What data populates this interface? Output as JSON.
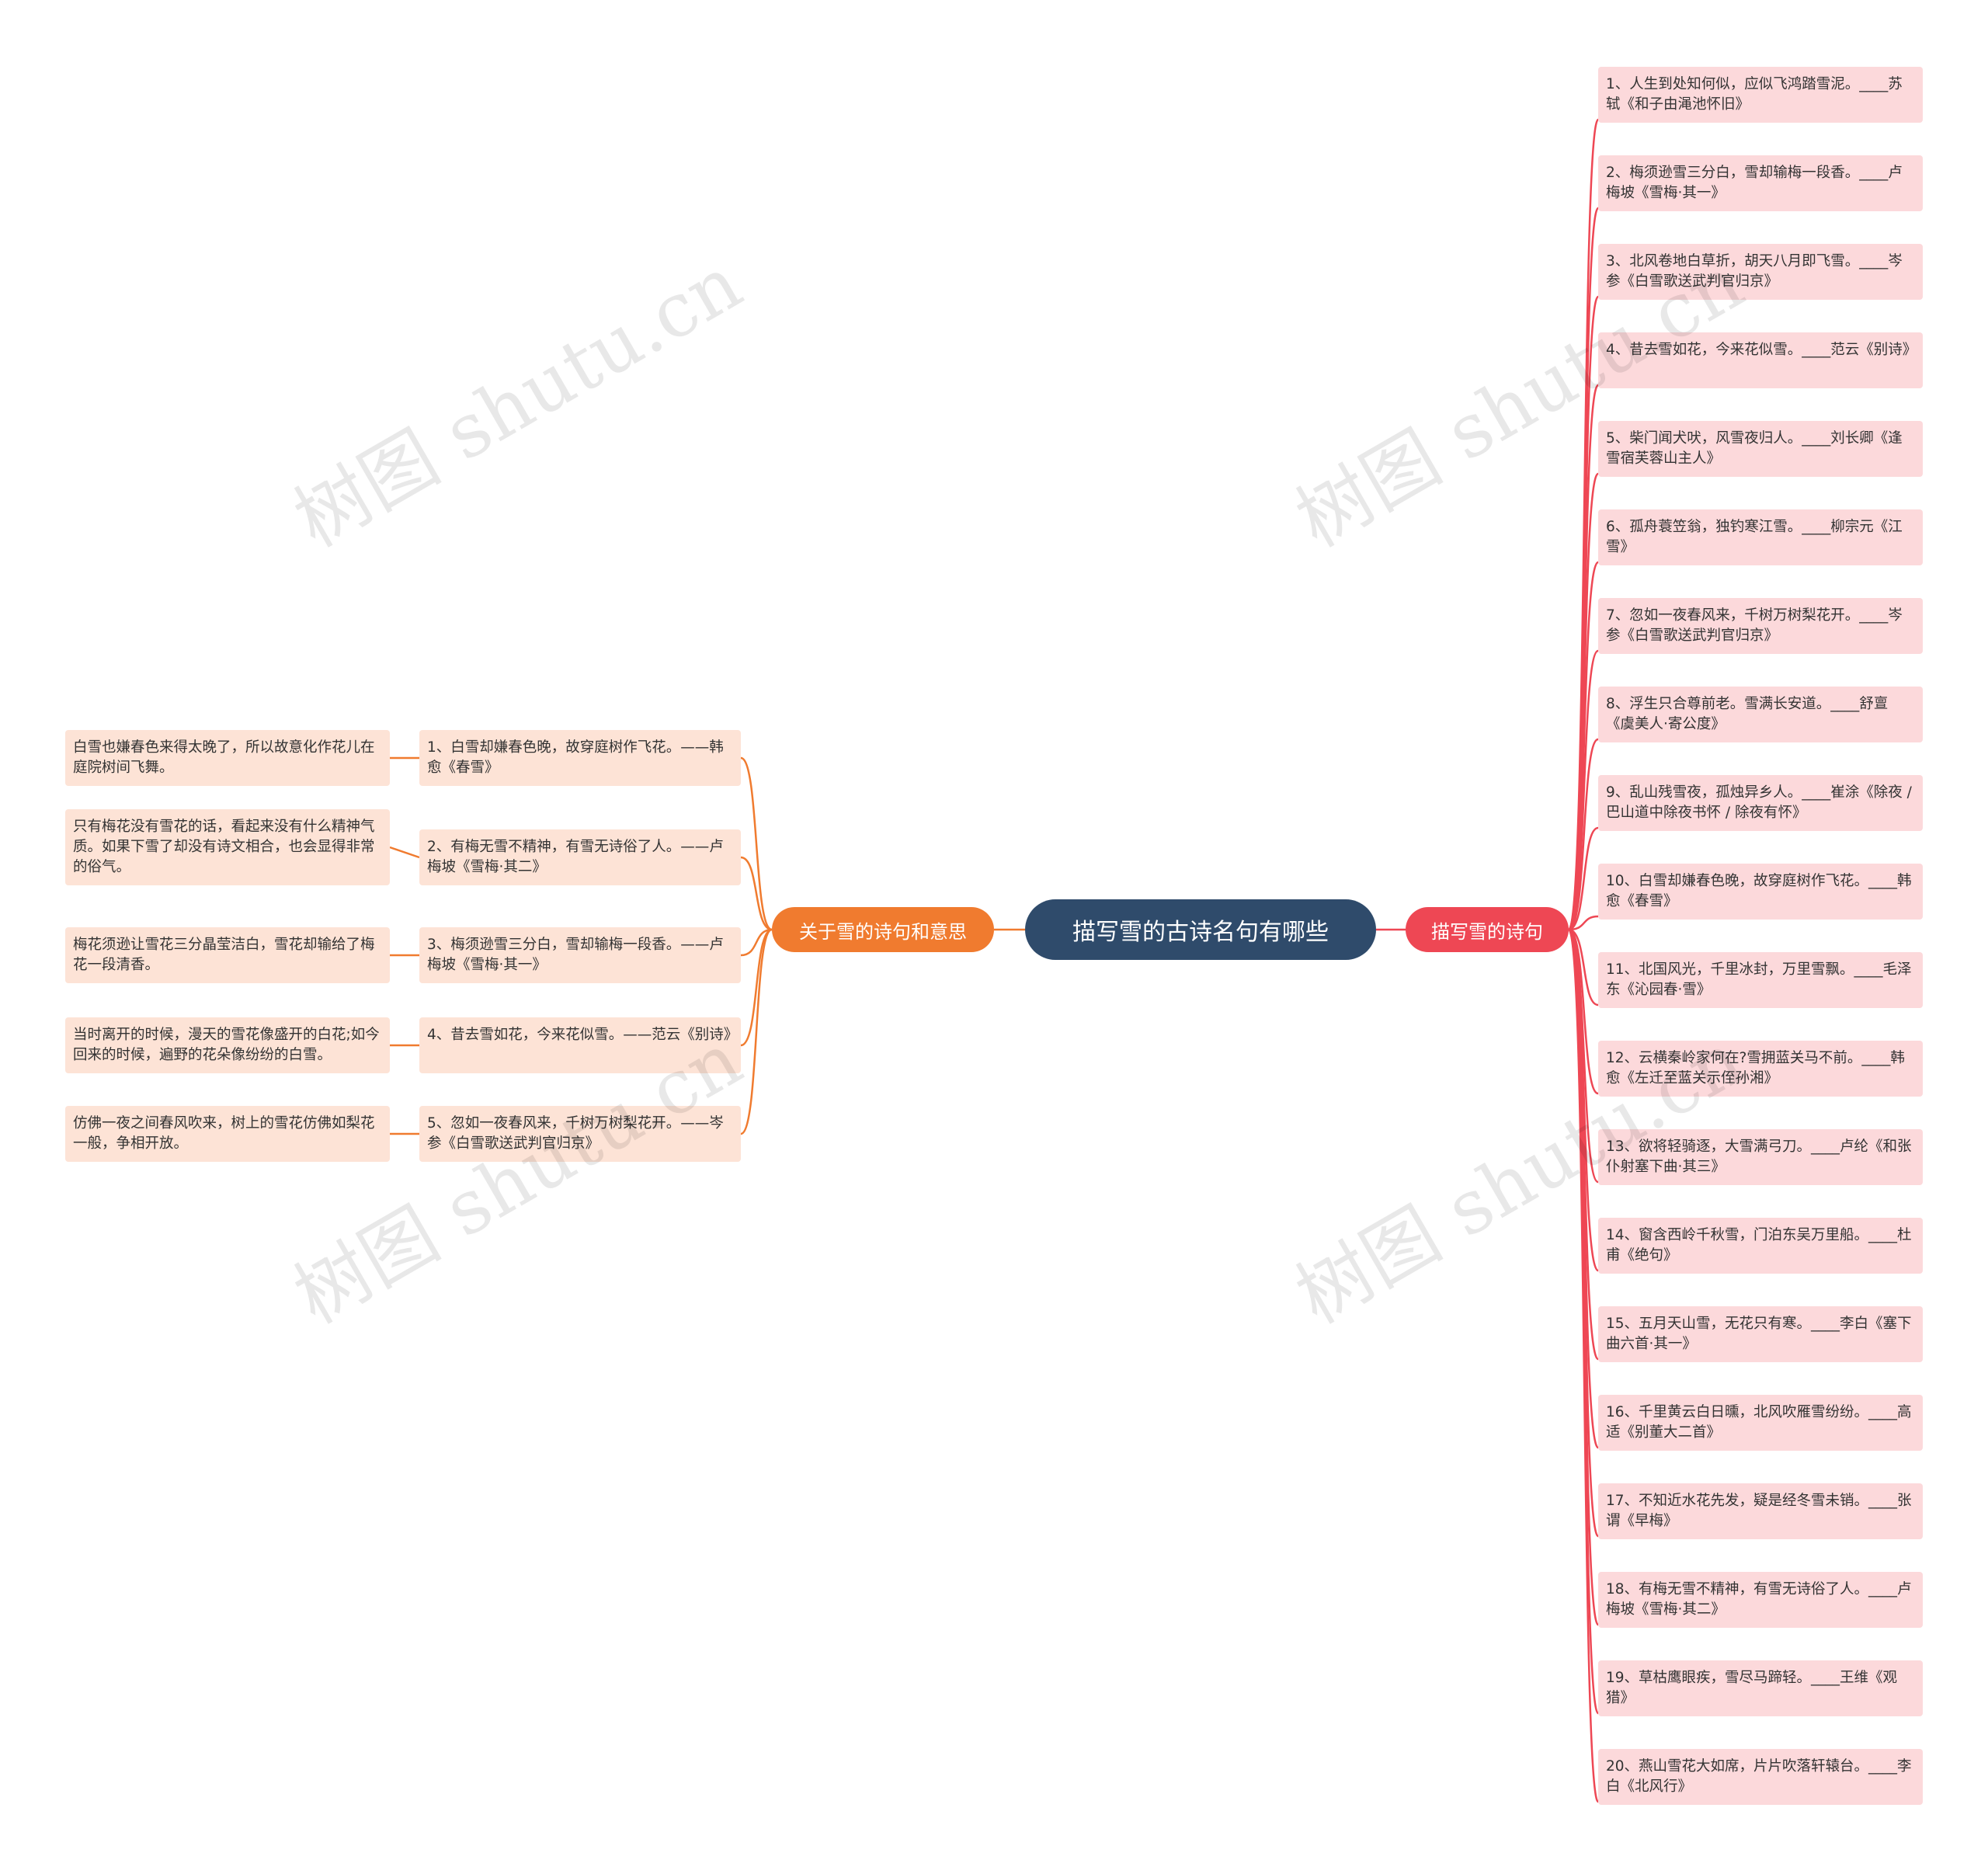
{
  "center": {
    "title": "描写雪的古诗名句有哪些"
  },
  "left_branch": {
    "title": "关于雪的诗句和意思",
    "color": "#f07b2f",
    "items": [
      {
        "poem": "1、白雪却嫌春色晚，故穿庭树作飞花。——韩愈《春雪》",
        "meaning": "白雪也嫌春色来得太晚了，所以故意化作花儿在庭院树间飞舞。"
      },
      {
        "poem": "2、有梅无雪不精神，有雪无诗俗了人。——卢梅坡《雪梅·其二》",
        "meaning": "只有梅花没有雪花的话，看起来没有什么精神气质。如果下雪了却没有诗文相合，也会显得非常的俗气。"
      },
      {
        "poem": "3、梅须逊雪三分白，雪却输梅一段香。——卢梅坡《雪梅·其一》",
        "meaning": "梅花须逊让雪花三分晶莹洁白，雪花却输给了梅花一段清香。"
      },
      {
        "poem": "4、昔去雪如花，今来花似雪。——范云《别诗》",
        "meaning": "当时离开的时候，漫天的雪花像盛开的白花;如今回来的时候，遍野的花朵像纷纷的白雪。"
      },
      {
        "poem": "5、忽如一夜春风来，千树万树梨花开。——岑参《白雪歌送武判官归京》",
        "meaning": "仿佛一夜之间春风吹来，树上的雪花仿佛如梨花一般，争相开放。"
      }
    ]
  },
  "right_branch": {
    "title": "描写雪的诗句",
    "color": "#ee4754",
    "items": [
      "1、人生到处知何似，应似飞鸿踏雪泥。____苏轼《和子由渑池怀旧》",
      "2、梅须逊雪三分白，雪却输梅一段香。____卢梅坡《雪梅·其一》",
      "3、北风卷地白草折，胡天八月即飞雪。____岑参《白雪歌送武判官归京》",
      "4、昔去雪如花，今来花似雪。____范云《别诗》",
      "5、柴门闻犬吠，风雪夜归人。____刘长卿《逢雪宿芙蓉山主人》",
      "6、孤舟蓑笠翁，独钓寒江雪。____柳宗元《江雪》",
      "7、忽如一夜春风来，千树万树梨花开。____岑参《白雪歌送武判官归京》",
      "8、浮生只合尊前老。雪满长安道。____舒亶《虞美人·寄公度》",
      "9、乱山残雪夜，孤烛异乡人。____崔涂《除夜 / 巴山道中除夜书怀 / 除夜有怀》",
      "10、白雪却嫌春色晚，故穿庭树作飞花。____韩愈《春雪》",
      "11、北国风光，千里冰封，万里雪飘。____毛泽东《沁园春·雪》",
      "12、云横秦岭家何在?雪拥蓝关马不前。____韩愈《左迁至蓝关示侄孙湘》",
      "13、欲将轻骑逐，大雪满弓刀。____卢纶《和张仆射塞下曲·其三》",
      "14、窗含西岭千秋雪，门泊东吴万里船。____杜甫《绝句》",
      "15、五月天山雪，无花只有寒。____李白《塞下曲六首·其一》",
      "16、千里黄云白日曛，北风吹雁雪纷纷。____高适《别董大二首》",
      "17、不知近水花先发，疑是经冬雪未销。____张谓《早梅》",
      "18、有梅无雪不精神，有雪无诗俗了人。____卢梅坡《雪梅·其二》",
      "19、草枯鹰眼疾，雪尽马蹄轻。____王维《观猎》",
      "20、燕山雪花大如席，片片吹落轩辕台。____李白《北风行》"
    ]
  },
  "watermark": "树图 shutu.cn"
}
